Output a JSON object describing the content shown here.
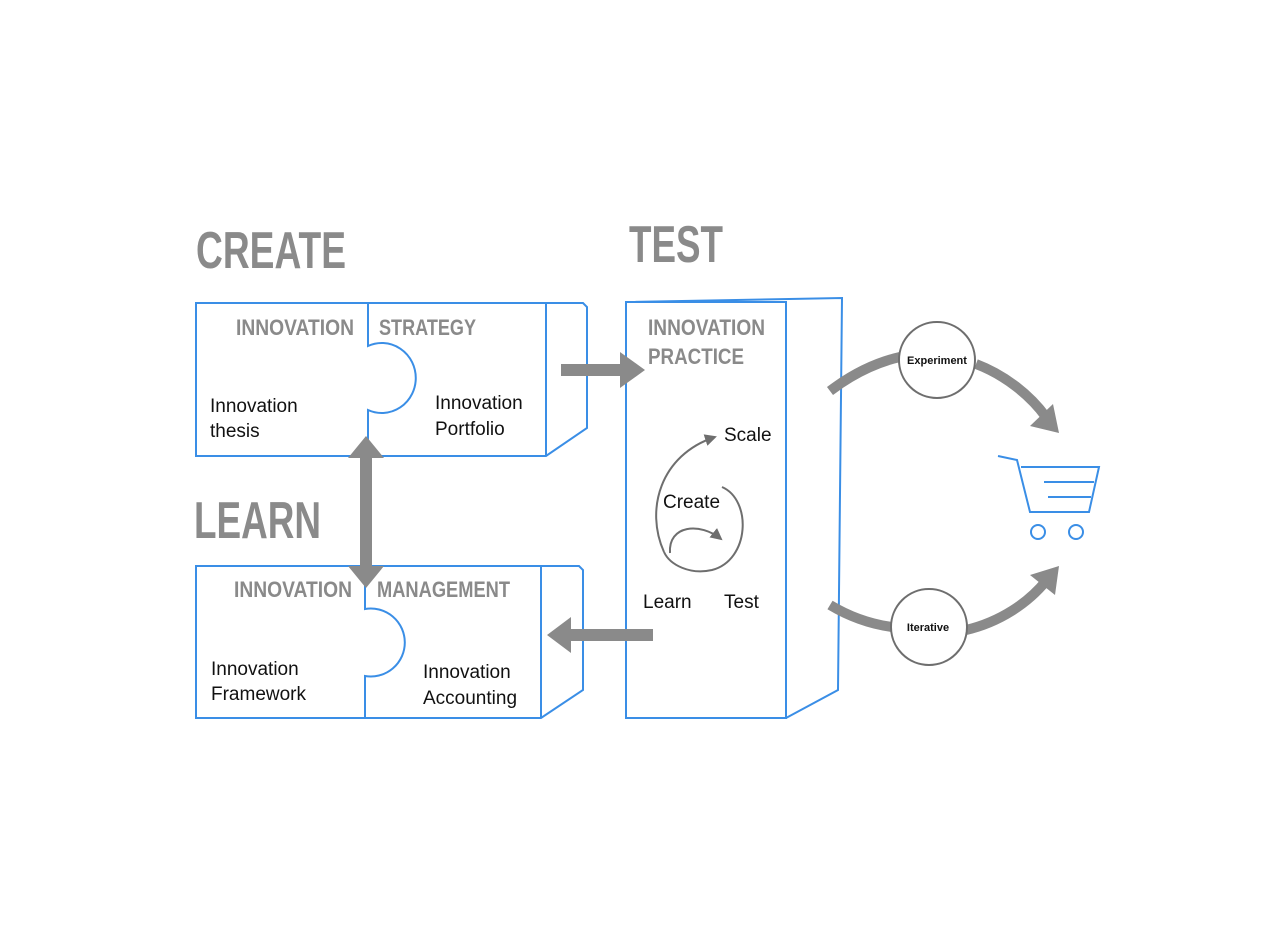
{
  "headings": {
    "create": "CREATE",
    "test": "TEST",
    "learn": "LEARN"
  },
  "create_block": {
    "left_title": "INNOVATION",
    "right_title": "STRATEGY",
    "left_text": [
      "Innovation",
      "thesis"
    ],
    "right_text": [
      "Innovation",
      "Portfolio"
    ]
  },
  "learn_block": {
    "left_title": "INNOVATION",
    "right_title": "MANAGEMENT",
    "left_text": [
      "Innovation",
      "Framework"
    ],
    "right_text": [
      "Innovation",
      "Accounting"
    ]
  },
  "test_block": {
    "title": [
      "INNOVATION",
      "PRACTICE"
    ],
    "cycle": {
      "scale": "Scale",
      "create": "Create",
      "learn": "Learn",
      "test": "Test"
    }
  },
  "loop": {
    "top_label": "Experiment",
    "bottom_label": "Iterative",
    "target_icon": "shopping-cart-icon"
  },
  "colors": {
    "accent_blue": "#3a8ee6",
    "heading_gray": "#8a8a8a",
    "arrow_gray": "#8a8a8a",
    "text_black": "#111111"
  }
}
